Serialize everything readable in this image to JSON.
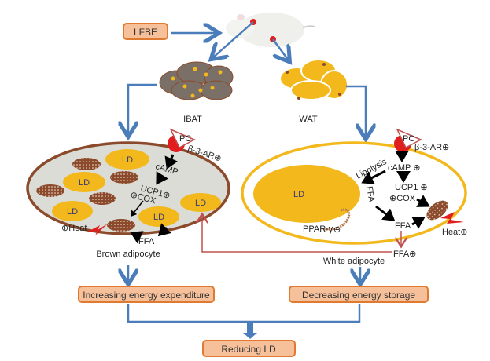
{
  "input": {
    "label": "LFBE"
  },
  "tissues": {
    "brown": "IBAT",
    "white": "WAT"
  },
  "brown_cell": {
    "caption": "Brown adipocyte",
    "receptor": "PC",
    "receptor_label": "β-3-AR⊕",
    "camp": "cAMP",
    "ucp1": "UCP1⊕",
    "cox": "⊕COX",
    "heat": "⊕Heat",
    "ffa": "FFA",
    "ld": "LD"
  },
  "white_cell": {
    "caption": "White adipocyte",
    "receptor": "PC",
    "receptor_label": "β-3-AR⊕",
    "camp": "cAMP ⊕",
    "lipolysis": "Lipolysis",
    "ucp1": "UCP1 ⊕",
    "cox": "⊕COX",
    "ffa_inner": "FFA",
    "ffa": "FFA",
    "ffa_out": "FFA⊕",
    "ppar": "PPAR-γ",
    "inhibit": "⊖",
    "heat": "Heat⊕",
    "ld": "LD"
  },
  "outcomes": {
    "left": "Increasing energy expenditure",
    "right": "Decreasing energy storage",
    "final": "Reducing LD"
  },
  "colors": {
    "arrow": "#4A7DBA",
    "box_fill": "#F6C09A",
    "box_stroke": "#E07A30",
    "ld": "#F2B81C",
    "mito": "#8B4A2B",
    "feedback": "#C0504D"
  }
}
